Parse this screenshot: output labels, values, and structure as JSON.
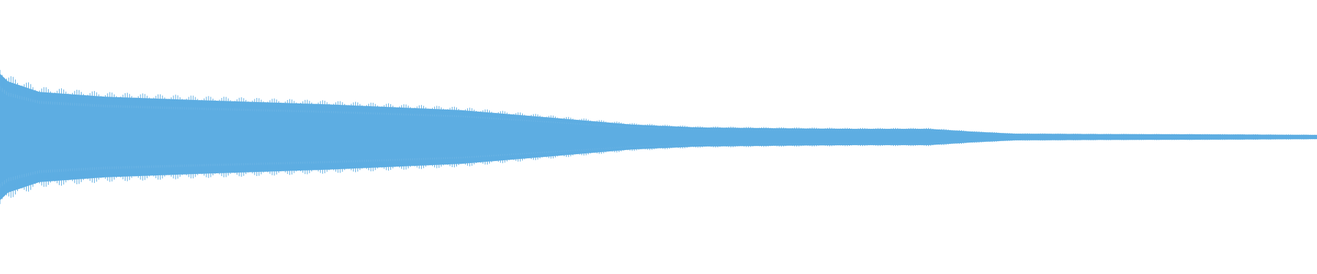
{
  "waveform": {
    "color": "#5dade2",
    "background": "#ffffff",
    "amplitude_envelope": [
      [
        0.0,
        0.66
      ],
      [
        0.006,
        0.58
      ],
      [
        0.03,
        0.47
      ],
      [
        0.08,
        0.42
      ],
      [
        0.15,
        0.385
      ],
      [
        0.25,
        0.34
      ],
      [
        0.35,
        0.28
      ],
      [
        0.42,
        0.2
      ],
      [
        0.48,
        0.13
      ],
      [
        0.53,
        0.1
      ],
      [
        0.6,
        0.09
      ],
      [
        0.65,
        0.085
      ],
      [
        0.705,
        0.085
      ],
      [
        0.74,
        0.055
      ],
      [
        0.77,
        0.035
      ],
      [
        0.85,
        0.03
      ],
      [
        0.92,
        0.028
      ],
      [
        1.0,
        0.022
      ]
    ]
  }
}
